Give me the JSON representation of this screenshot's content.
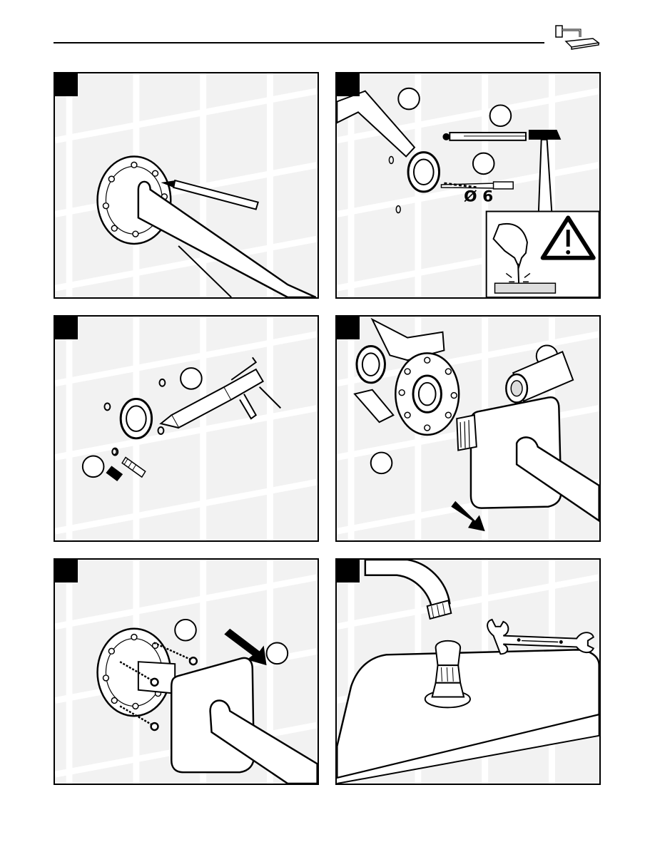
{
  "document": {
    "type": "installation-instructions",
    "panels": [
      {
        "id": "step-1",
        "depicts": "mark-holes"
      },
      {
        "id": "step-2",
        "depicts": "drill-holes",
        "drill_label": "Ø 6"
      },
      {
        "id": "step-3",
        "depicts": "insert-anchors-and-seal"
      },
      {
        "id": "step-4",
        "depicts": "attach-shower-arm"
      },
      {
        "id": "step-5",
        "depicts": "screw-wall-flange"
      },
      {
        "id": "step-6",
        "depicts": "mount-shower-head"
      }
    ]
  },
  "colors": {
    "panel_bg": "#f2f2f2",
    "tile_grout": "#ffffff",
    "ink": "#000000"
  }
}
